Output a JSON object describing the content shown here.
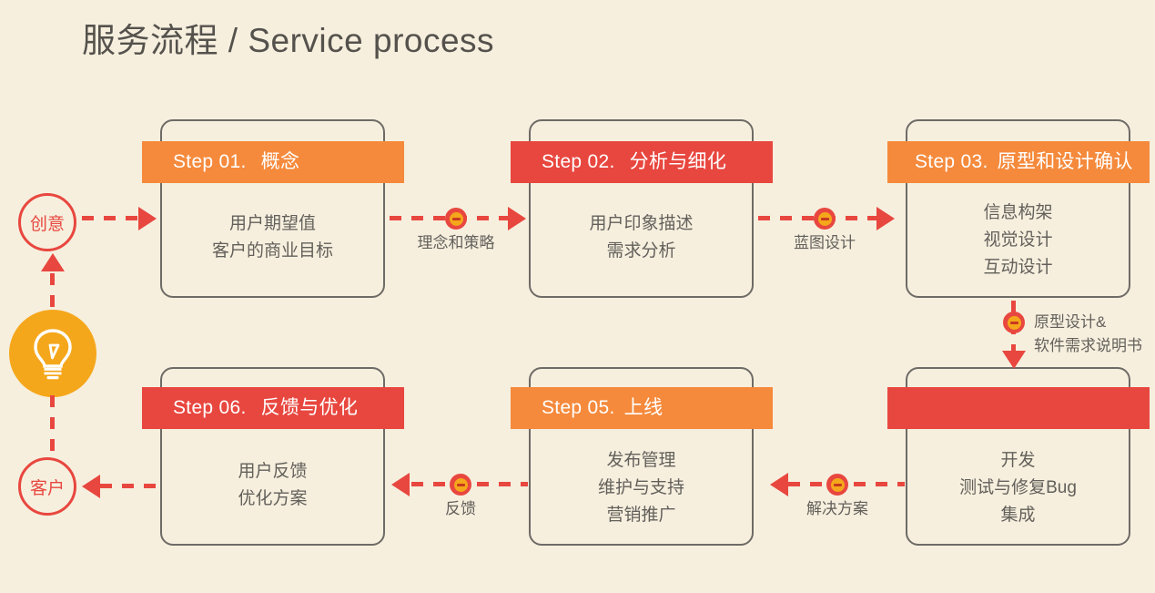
{
  "page": {
    "title": "服务流程 / Service process",
    "background_color": "#F6EFDE",
    "accent_orange": "#F58A3C",
    "accent_red": "#E8473F",
    "bulb_yellow": "#F5A71B",
    "border_gray": "#6E6B66"
  },
  "entities": {
    "idea": {
      "label": "创意"
    },
    "client": {
      "label": "客户"
    },
    "bulb": {
      "icon": "lightbulb-icon"
    }
  },
  "steps": [
    {
      "id": "step-01",
      "number": "Step 01.",
      "name": "概念",
      "header_color": "orange",
      "lines": [
        "用户期望值",
        "客户的商业目标"
      ]
    },
    {
      "id": "step-02",
      "number": "Step 02.",
      "name": "分析与细化",
      "header_color": "red",
      "lines": [
        "用户印象描述",
        "需求分析"
      ]
    },
    {
      "id": "step-03",
      "number": "Step 03.",
      "name": "原型和设计确认",
      "header_color": "orange",
      "lines": [
        "信息构架",
        "视觉设计",
        "互动设计"
      ]
    },
    {
      "id": "step-04",
      "number": "",
      "name": "",
      "header_color": "red",
      "lines": [
        "开发",
        "测试与修复Bug",
        "集成"
      ]
    },
    {
      "id": "step-05",
      "number": "Step 05.",
      "name": "上线",
      "header_color": "orange",
      "lines": [
        "发布管理",
        "维护与支持",
        "营销推广"
      ]
    },
    {
      "id": "step-06",
      "number": "Step 06.",
      "name": "反馈与优化",
      "header_color": "red",
      "lines": [
        "用户反馈",
        "优化方案"
      ]
    }
  ],
  "connectors": [
    {
      "id": "conn-idea-step1",
      "label": ""
    },
    {
      "id": "conn-step1-step2",
      "label": "理念和策略"
    },
    {
      "id": "conn-step2-step3",
      "label": "蓝图设计"
    },
    {
      "id": "conn-step3-step4",
      "label_line1": "原型设计&",
      "label_line2": "软件需求说明书"
    },
    {
      "id": "conn-step4-step5",
      "label": "解决方案"
    },
    {
      "id": "conn-step5-step6",
      "label": "反馈"
    },
    {
      "id": "conn-step6-client",
      "label": ""
    },
    {
      "id": "conn-bulb-idea",
      "label": ""
    },
    {
      "id": "conn-client-bulb",
      "label": ""
    }
  ]
}
